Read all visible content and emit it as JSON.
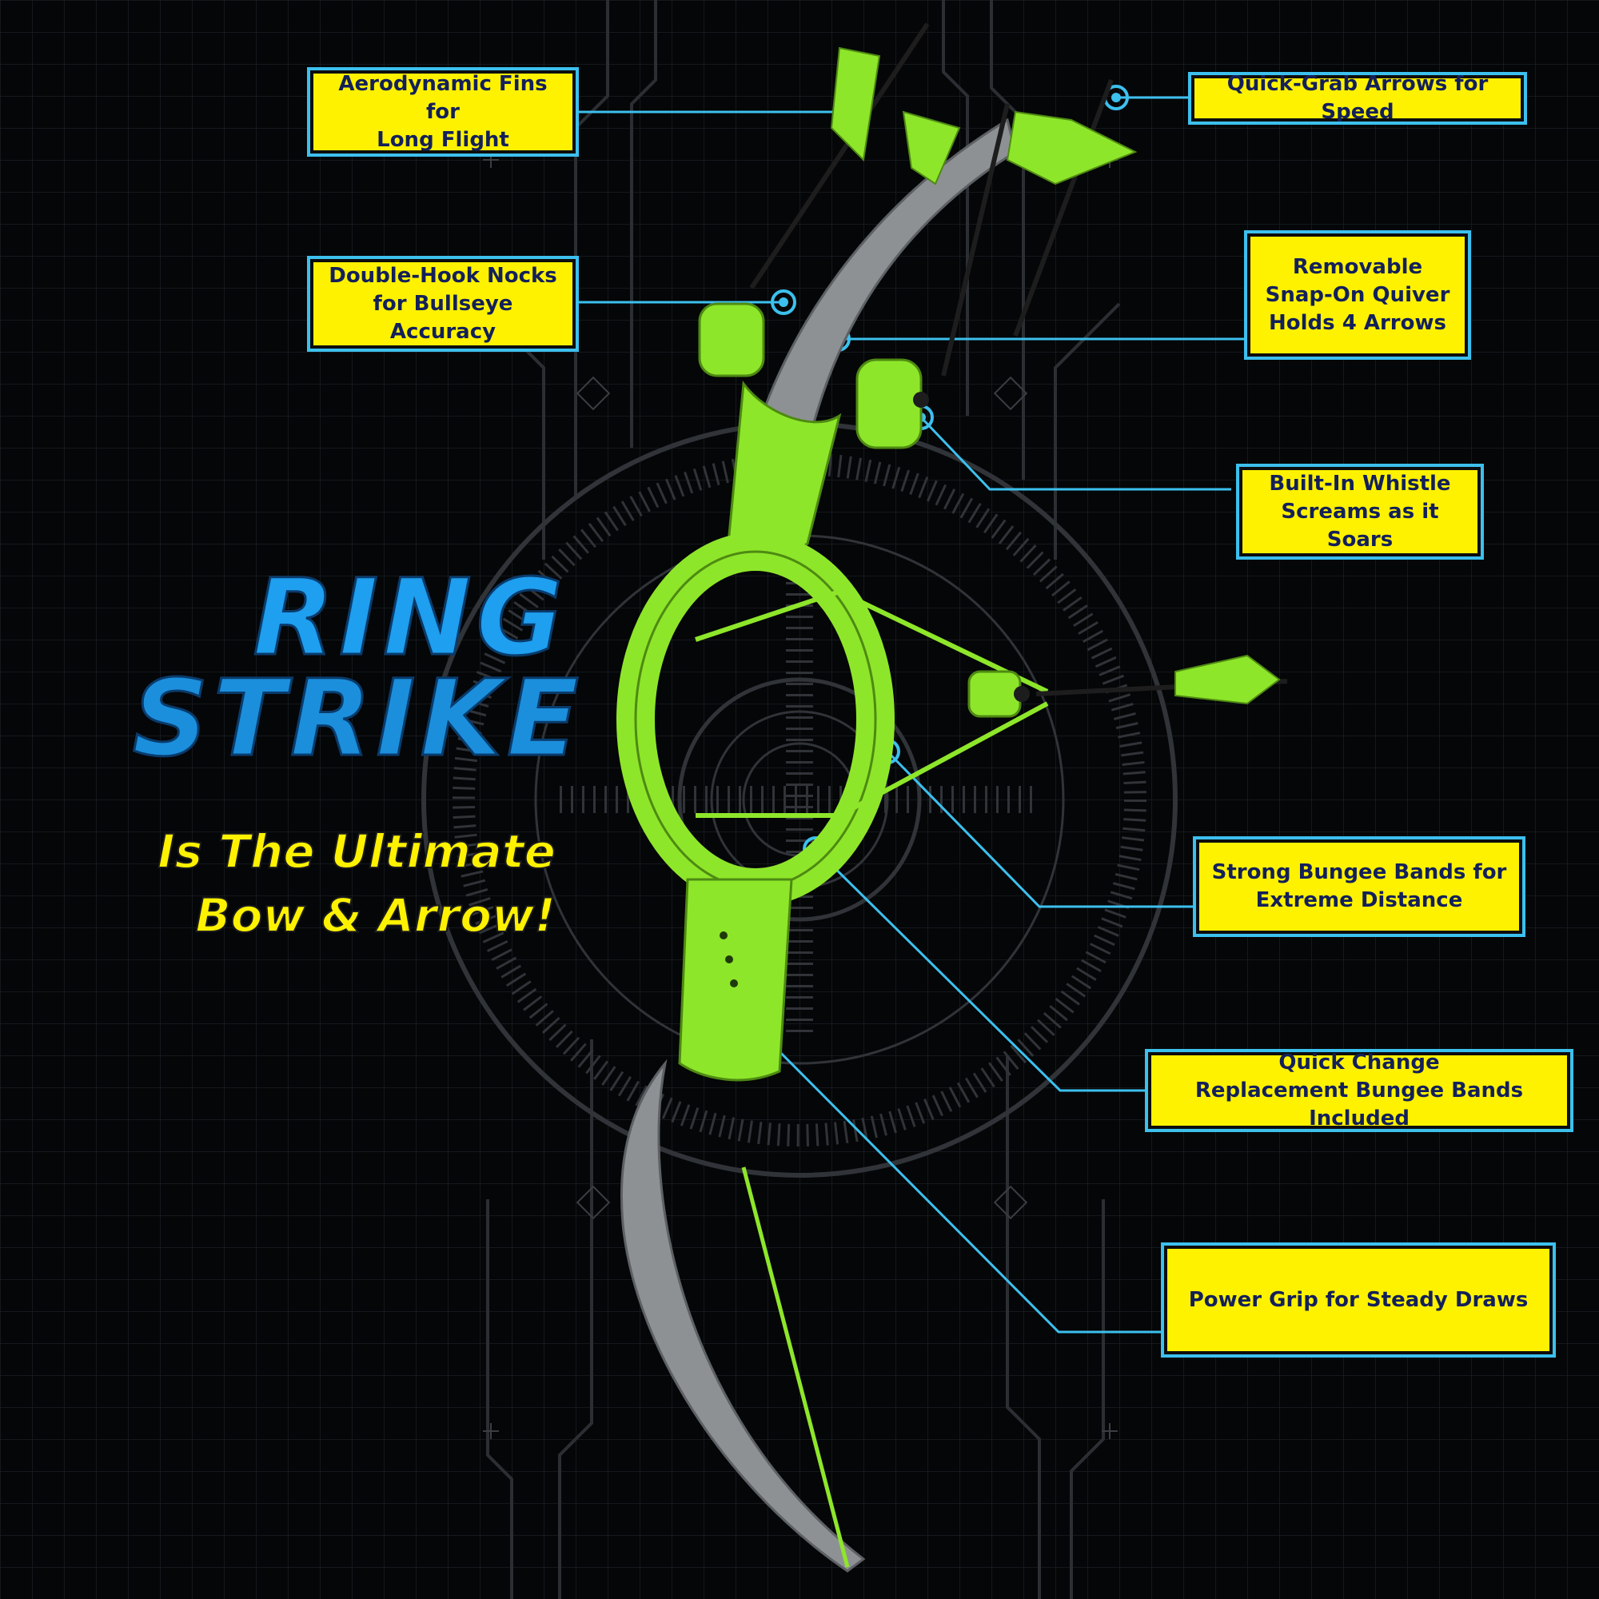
{
  "product": {
    "title_line1": "RING",
    "title_line2": "STRIKE",
    "tagline_line1": "Is The Ultimate",
    "tagline_line2": "Bow & Arrow!"
  },
  "callouts": [
    {
      "id": "fins",
      "text": "Aerodynamic Fins for\nLong Flight"
    },
    {
      "id": "quick-grab",
      "text": "Quick-Grab Arrows for Speed"
    },
    {
      "id": "nocks",
      "text": "Double-Hook Nocks\nfor Bullseye Accuracy"
    },
    {
      "id": "quiver",
      "text": "Removable\nSnap-On Quiver\nHolds 4 Arrows"
    },
    {
      "id": "whistle",
      "text": "Built-In Whistle\nScreams as it Soars"
    },
    {
      "id": "bungee",
      "text": "Strong Bungee Bands for\nExtreme Distance"
    },
    {
      "id": "replacement",
      "text": "Quick Change\nReplacement Bungee Bands Included"
    },
    {
      "id": "grip",
      "text": "Power Grip for Steady Draws"
    }
  ],
  "colors": {
    "background": "#050608",
    "callout_fill": "#fff200",
    "callout_text": "#13205a",
    "callout_outline": "#3cc0ee",
    "leader_line": "#3cc0ee",
    "bow_green": "#8ee62a",
    "bow_gray": "#8e9194",
    "title_blue": "#1e9ff0",
    "tagline_yellow": "#fff200"
  },
  "icons": [
    "target-reticle-background",
    "circuit-grid-background",
    "bow-illustration",
    "arrow-illustration"
  ]
}
